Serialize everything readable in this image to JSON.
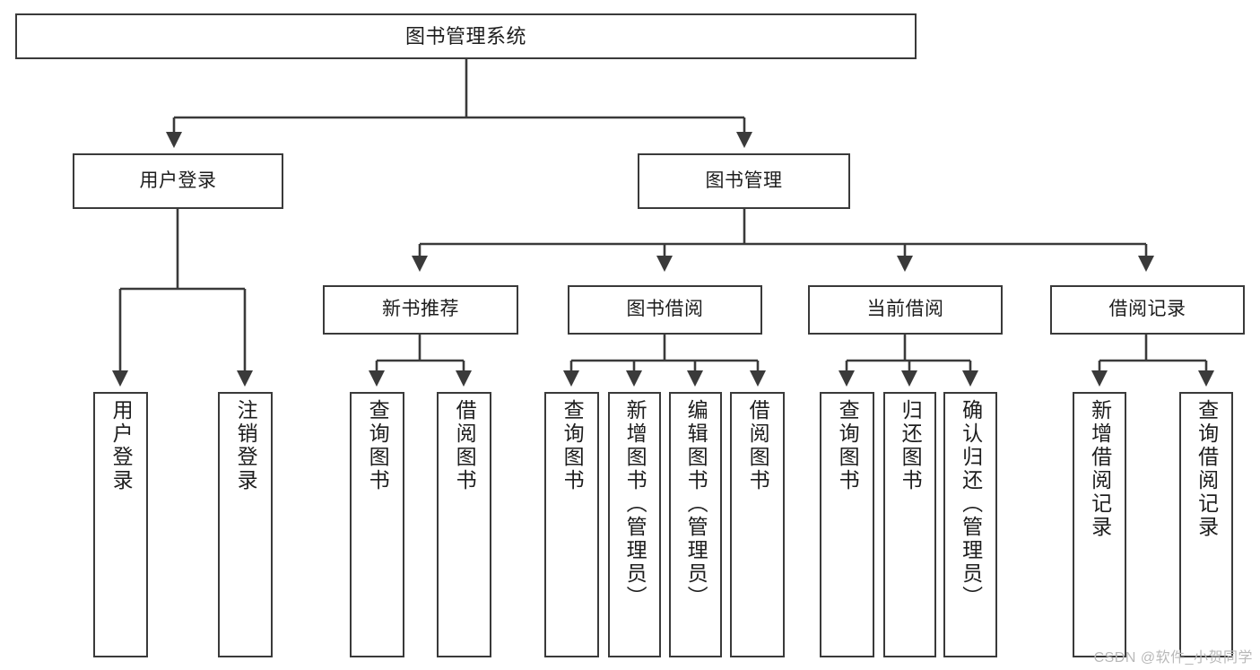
{
  "diagram": {
    "type": "tree",
    "title": "图书管理系统",
    "root": {
      "label": "图书管理系统"
    },
    "level2": [
      {
        "label": "用户登录"
      },
      {
        "label": "图书管理"
      }
    ],
    "level3": [
      {
        "label": "新书推荐"
      },
      {
        "label": "图书借阅"
      },
      {
        "label": "当前借阅"
      },
      {
        "label": "借阅记录"
      }
    ],
    "leaves": {
      "user_login": [
        {
          "label": "用户登录"
        },
        {
          "label": "注销登录"
        }
      ],
      "new_book_recommend": [
        {
          "label": "查询图书"
        },
        {
          "label": "借阅图书"
        }
      ],
      "book_borrow": [
        {
          "label": "查询图书"
        },
        {
          "label": "新增图书（管理员）"
        },
        {
          "label": "编辑图书（管理员）"
        },
        {
          "label": "借阅图书"
        }
      ],
      "current_borrow": [
        {
          "label": "查询图书"
        },
        {
          "label": "归还图书"
        },
        {
          "label": "确认归还（管理员）"
        }
      ],
      "borrow_record": [
        {
          "label": "新增借阅记录"
        },
        {
          "label": "查询借阅记录"
        }
      ]
    }
  },
  "watermark": {
    "text": "CSDN @软件_小贺同学"
  },
  "colors": {
    "box_border": "#3a3a3a",
    "box_fill": "#ffffff",
    "edge": "#3a3a3a",
    "text": "#1d1d1d",
    "watermark": "#b9b9b9"
  }
}
